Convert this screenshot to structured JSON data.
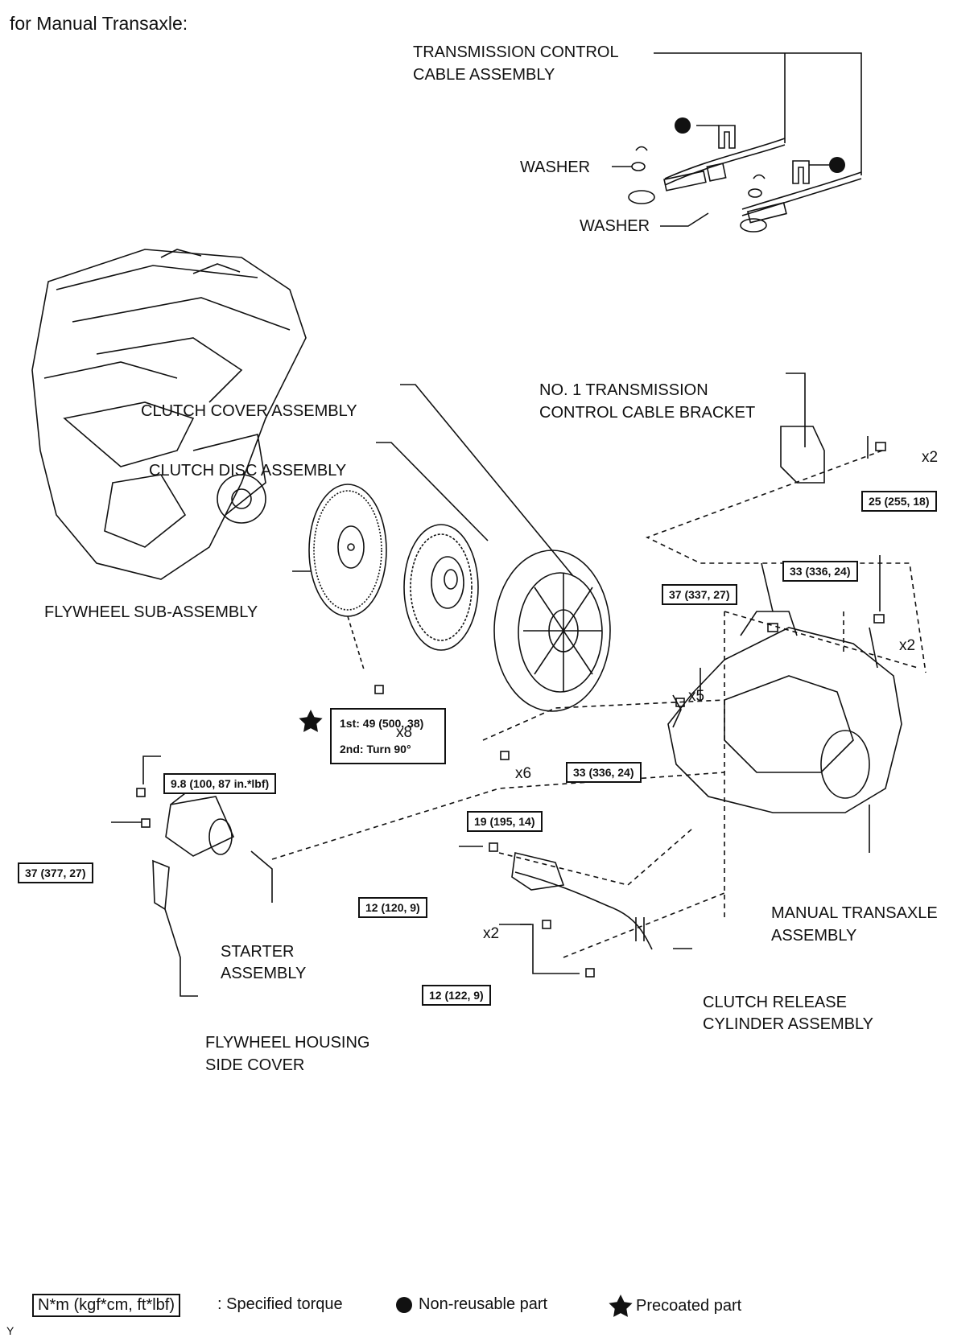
{
  "header": "for Manual Transaxle:",
  "labels": {
    "cable_line1": "TRANSMISSION CONTROL",
    "cable_line2": "CABLE ASSEMBLY",
    "washer1": "WASHER",
    "washer2": "WASHER",
    "bracket_line1": "NO. 1 TRANSMISSION",
    "bracket_line2": "CONTROL CABLE BRACKET",
    "clutch_cover": "CLUTCH COVER ASSEMBLY",
    "clutch_disc": "CLUTCH DISC ASSEMBLY",
    "flywheel": "FLYWHEEL SUB-ASSEMBLY",
    "starter_line1": "STARTER",
    "starter_line2": "ASSEMBLY",
    "fw_cover_line1": "FLYWHEEL HOUSING",
    "fw_cover_line2": "SIDE COVER",
    "transaxle_line1": "MANUAL TRANSAXLE",
    "transaxle_line2": "ASSEMBLY",
    "release_line1": "CLUTCH RELEASE",
    "release_line2": "CYLINDER ASSEMBLY"
  },
  "torques": {
    "bracket": "25 (255, 18)",
    "t33_upper": "33 (336, 24)",
    "t37_upper": "37 (337, 27)",
    "flywheel_first": "1st: 49 (500, 38)",
    "flywheel_second": "2nd: Turn 90°",
    "cover": "33 (336, 24)",
    "clutch_19": "19 (195, 14)",
    "starter_98": "9.8 (100, 87 in.*lbf)",
    "starter_37": "37 (377, 27)",
    "release_12a": "12 (120, 9)",
    "release_12b": "12 (122, 9)"
  },
  "quantities": {
    "bracket_bolts": "x2",
    "upper_bolts": "x2",
    "flywheel_bolts": "x8",
    "cover_bolts": "x6",
    "transaxle_bolts": "x5",
    "release_bolts": "x2"
  },
  "legend": {
    "torque_box": "N*m (kgf*cm, ft*lbf)",
    "torque_text": ": Specified torque",
    "nonreusable_text": "Non-reusable part",
    "precoated_text": "Precoated part"
  },
  "footer_code": "Y"
}
